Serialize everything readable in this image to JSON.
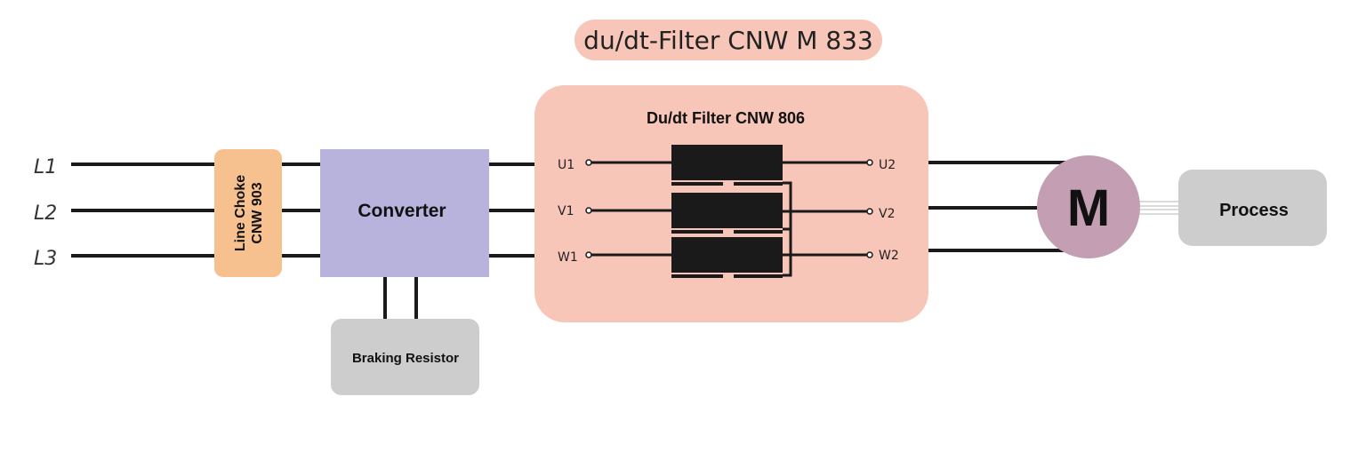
{
  "title": "du/dt-Filter CNW M 833",
  "lines": [
    "L1",
    "L2",
    "L3"
  ],
  "line_choke": {
    "label_1": "Line Choke",
    "label_2": "CNW 903"
  },
  "converter": {
    "label": "Converter"
  },
  "braking_resistor": {
    "label": "Braking Resistor"
  },
  "filter": {
    "title": "Du/dt Filter CNW 806",
    "inputs": [
      "U1",
      "V1",
      "W1"
    ],
    "outputs": [
      "U2",
      "V2",
      "W2"
    ]
  },
  "motor": {
    "label": "M"
  },
  "process": {
    "label": "Process"
  },
  "colors": {
    "title_bg": "#f7c6b8",
    "filter_bg": "#f7c6b8",
    "choke_bg": "#f6c18f",
    "converter_bg": "#b8b3dc",
    "motor_bg": "#c49fb3",
    "gray_box": "#cdcdcd",
    "wire": "#1a1a1a"
  }
}
